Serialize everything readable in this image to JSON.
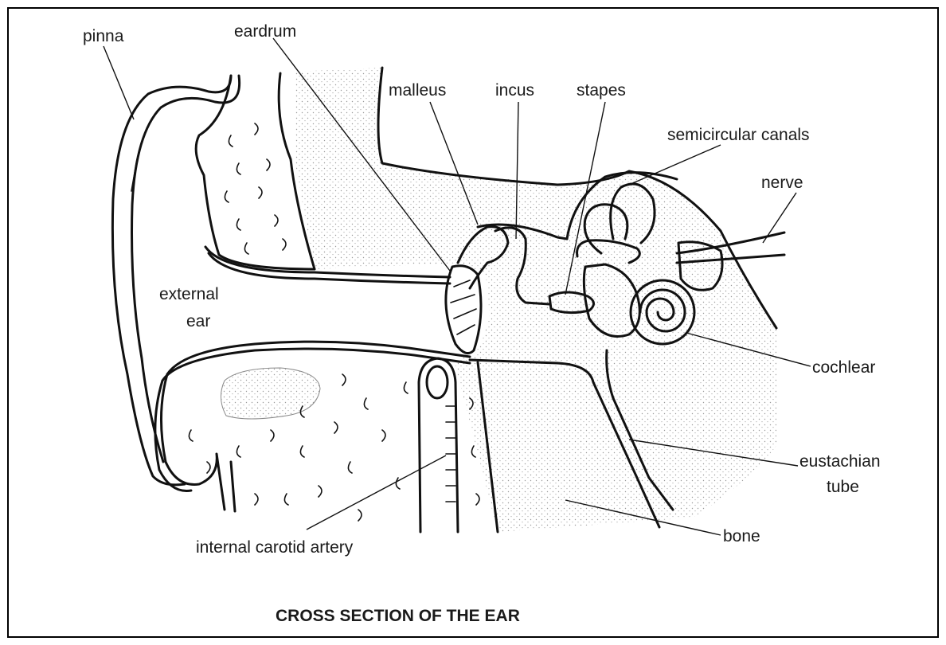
{
  "labels": {
    "pinna": "pinna",
    "eardrum": "eardrum",
    "malleus": "malleus",
    "incus": "incus",
    "stapes": "stapes",
    "semicircular_canals": "semicircular canals",
    "nerve": "nerve",
    "external_ear_line1": "external",
    "external_ear_line2": "ear",
    "cochlear": "cochlear",
    "eustachian_tube_line1": "eustachian",
    "eustachian_tube_line2": "tube",
    "bone": "bone",
    "internal_carotid_artery": "internal carotid artery"
  },
  "title": "CROSS SECTION OF THE EAR",
  "colors": {
    "ink": "#111111",
    "stipple": "#9a9a9a",
    "frame": "#000000"
  }
}
